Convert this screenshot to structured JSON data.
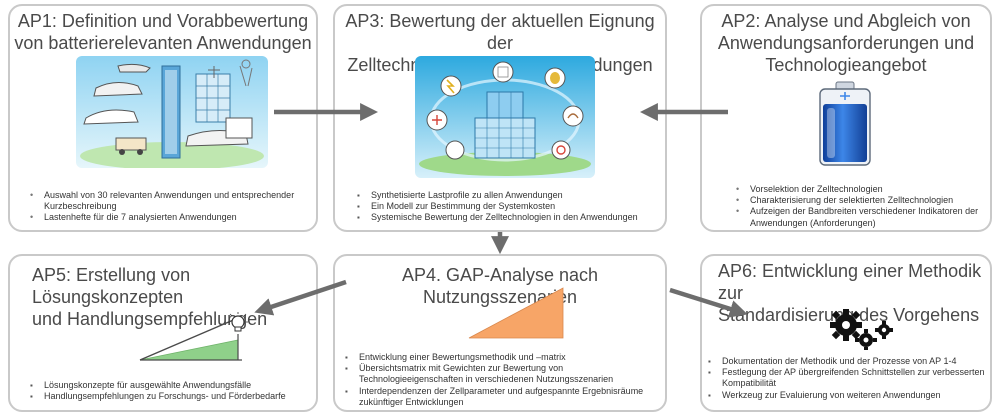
{
  "ap1": {
    "title_line1": "AP1: Definition und Vorabbewertung",
    "title_line2": "von batterierelevanten Anwendungen",
    "bullets": [
      "Auswahl von 30 relevanten Anwendungen und entsprechender Kurzbeschreibung",
      "Lastenhefte für die 7 analysierten Anwendungen"
    ]
  },
  "ap3": {
    "title_line1": "AP3: Bewertung der aktuellen Eignung der",
    "title_line2": "Zelltechnologien für die Anwendungen",
    "bullets": [
      "Synthetisierte Lastprofile zu allen Anwendungen",
      "Ein Modell zur Bestimmung der Systemkosten",
      "Systemische Bewertung der Zelltechnologien in den Anwendungen"
    ]
  },
  "ap2": {
    "title_line1": "AP2: Analyse und Abgleich von",
    "title_line2": "Anwendungsanforderungen und",
    "title_line3": "Technologieangebot",
    "bullets": [
      "Vorselektion der Zelltechnologien",
      "Charakterisierung der selektierten Zelltechnologien",
      "Aufzeigen der Bandbreiten verschiedener Indikatoren der Anwendungen (Anforderungen)"
    ]
  },
  "ap5": {
    "title_line1": "AP5: Erstellung von Lösungskonzepten",
    "title_line2": "und Handlungsempfehlungen",
    "bullets": [
      "Lösungskonzepte für ausgewählte Anwendungsfälle",
      "Handlungsempfehlungen zu Forschungs- und Förderbedarfe"
    ]
  },
  "ap4": {
    "title_line1": "AP4. GAP-Analyse nach Nutzungsszenarien",
    "bullets": [
      "Entwicklung einer Bewertungsmethodik und –matrix",
      "Übersichtsmatrix mit Gewichten zur Bewertung von Technologieeigenschaften in verschiedenen Nutzungsszenarien",
      "Interdependenzen der Zellparameter und aufgespannte Ergebnisräume zukünftiger Entwicklungen"
    ]
  },
  "ap6": {
    "title_line1": "AP6: Entwicklung einer Methodik zur",
    "title_line2": "Standardisierung des Vorgehens",
    "bullets": [
      "Dokumentation der Methodik und der Prozesse von AP 1-4",
      "Festlegung der AP übergreifenden Schnittstellen zur verbesserten Kompatibilität",
      "Werkzeug zur Evaluierung von weiteren Anwendungen"
    ]
  },
  "colors": {
    "arrow": "#6d6d6d",
    "border": "#c9c9c9",
    "triangle_orange": "#f7a567",
    "triangle_green": "#8fd08a",
    "battery_blue": "#2f6fd6",
    "gear": "#111111"
  },
  "icons": {
    "ap1_image": "electrified-mobility-illustration",
    "ap3_image": "cell-technology-illustration",
    "ap2_image": "battery-icon",
    "ap5_image": "growth-triangle-with-lightbulb",
    "ap4_image": "orange-triangle",
    "ap6_image": "gears-icon"
  }
}
